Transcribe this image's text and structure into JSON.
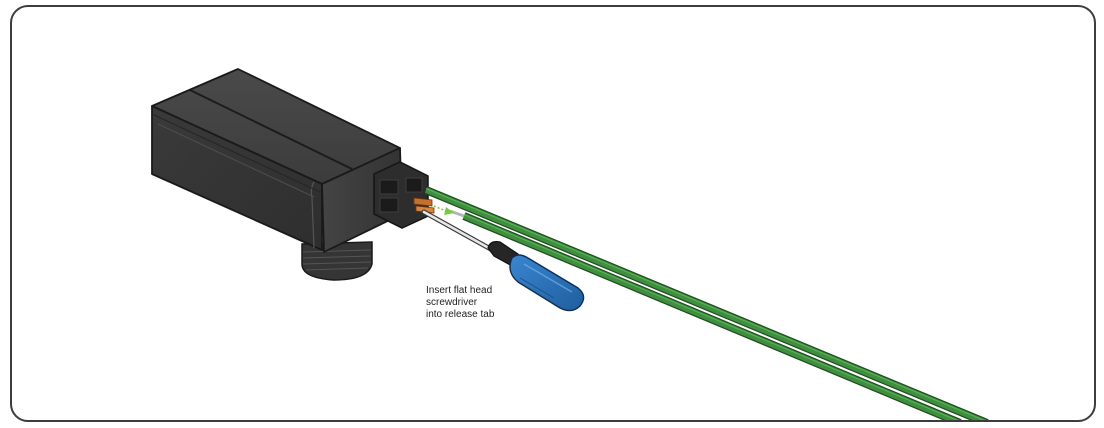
{
  "figure": {
    "caption_lines": [
      "Insert flat head",
      "screwdriver",
      "into release tab"
    ]
  },
  "components": {
    "device": "transformer-housing",
    "connector": "push-in-terminal-block",
    "wire_color": "green",
    "tool": "flat-head-screwdriver",
    "tool_handle_color": "blue"
  },
  "colors": {
    "frame_border": "#3d3d3d",
    "housing": "#3a3a3a",
    "wire": "#3e8f3e",
    "screwdriver_handle": "#2a6fb8",
    "terminal_contacts": "#c8702a",
    "arrow": "#7ac943"
  }
}
